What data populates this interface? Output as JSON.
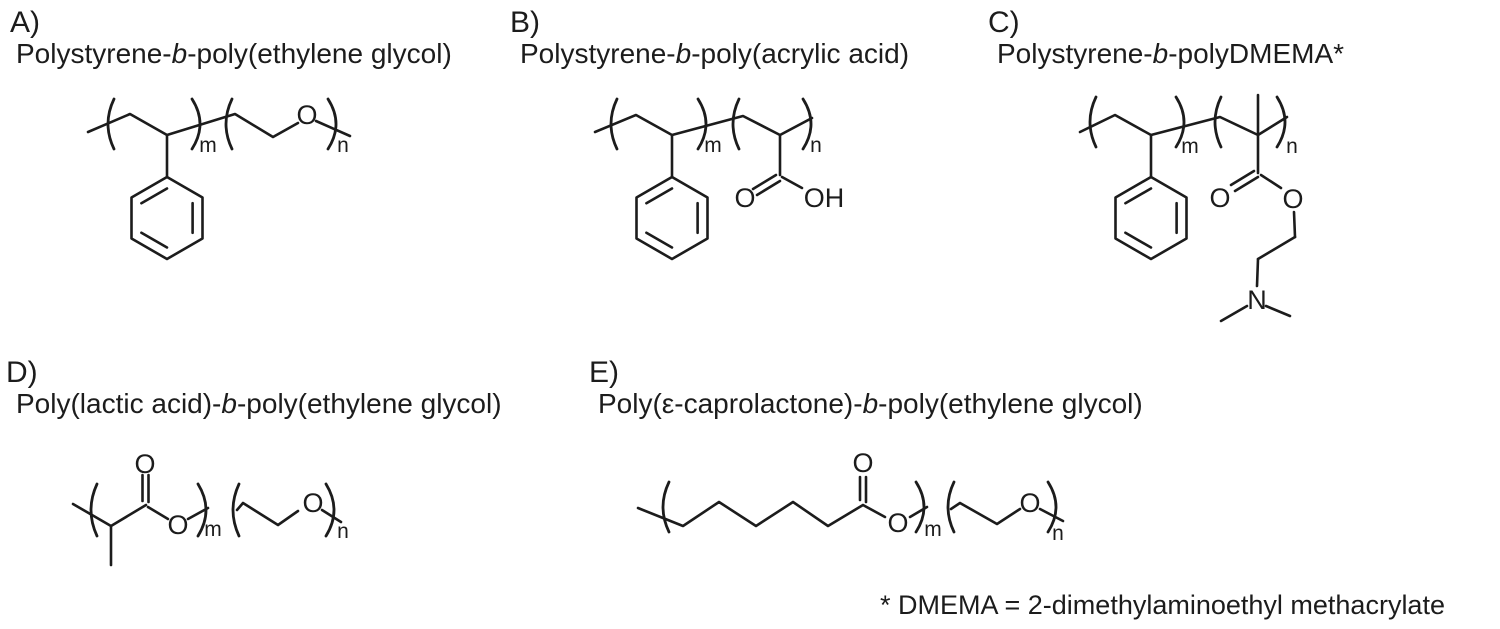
{
  "colors": {
    "background": "#ffffff",
    "ink": "#1c1c1c"
  },
  "panels": {
    "a": {
      "label": "A)",
      "title": {
        "pre": "Polystyrene-",
        "b": "b",
        "post": "-poly(ethylene glycol)"
      },
      "subscripts": {
        "m": "m",
        "n": "n"
      },
      "atoms": {
        "ether_o": "O"
      }
    },
    "b": {
      "label": "B)",
      "title": {
        "pre": "Polystyrene-",
        "b": "b",
        "post": "-poly(acrylic acid)"
      },
      "subscripts": {
        "m": "m",
        "n": "n"
      },
      "atoms": {
        "carbonyl_o": "O",
        "hydroxyl": "OH"
      }
    },
    "c": {
      "label": "C)",
      "title": {
        "pre": "Polystyrene-",
        "b": "b",
        "post": "-polyDMEMA*"
      },
      "subscripts": {
        "m": "m",
        "n": "n"
      },
      "atoms": {
        "carbonyl_o": "O",
        "ester_o": "O",
        "amine_n": "N"
      }
    },
    "d": {
      "label": "D)",
      "title": {
        "pre": "Poly(lactic acid)-",
        "b": "b",
        "post": "-poly(ethylene glycol)"
      },
      "subscripts": {
        "m": "m",
        "n": "n"
      },
      "atoms": {
        "carbonyl_o": "O",
        "ester_o": "O",
        "ether_o": "O"
      }
    },
    "e": {
      "label": "E)",
      "title": {
        "pre": "Poly(ε-caprolactone)-",
        "b": "b",
        "post": "-poly(ethylene glycol)"
      },
      "subscripts": {
        "m": "m",
        "n": "n"
      },
      "atoms": {
        "carbonyl_o": "O",
        "ester_o": "O",
        "ether_o": "O"
      }
    }
  },
  "footnote": "* DMEMA = 2-dimethylaminoethyl methacrylate"
}
